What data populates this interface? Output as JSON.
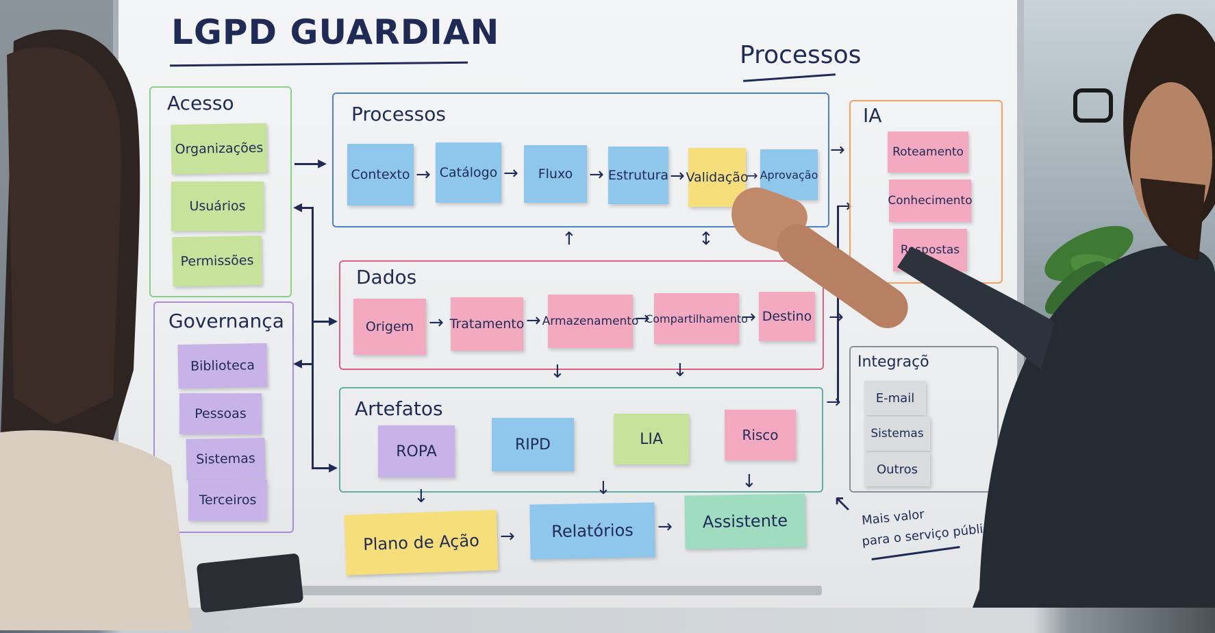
{
  "board": {
    "title": "LGPD GUARDIAN",
    "corner_label": "Processos",
    "groups": {
      "acesso": {
        "label": "Acesso",
        "items": [
          "Organizações",
          "Usuários",
          "Permissões"
        ]
      },
      "governanca": {
        "label": "Governança",
        "items": [
          "Biblioteca",
          "Pessoas",
          "Sistemas",
          "Terceiros"
        ]
      },
      "processos": {
        "label": "Processos",
        "items": [
          "Contexto",
          "Catálogo",
          "Fluxo",
          "Estrutura",
          "Validação",
          "Aprovação"
        ]
      },
      "dados": {
        "label": "Dados",
        "items": [
          "Origem",
          "Tratamento",
          "Armazenamento",
          "Compartilhamento",
          "Destino"
        ]
      },
      "artefatos": {
        "label": "Artefatos",
        "items": [
          "ROPA",
          "RIPD",
          "LIA",
          "Risco"
        ]
      },
      "ia": {
        "label": "IA",
        "items": [
          "Roteamento",
          "Conhecimento",
          "Respostas"
        ]
      },
      "integracoes": {
        "label": "Integraçõ",
        "items": [
          "E-mail",
          "Sistemas",
          "Outros"
        ]
      }
    },
    "outputs": [
      "Plano de Ação",
      "Relatórios",
      "Assistente"
    ],
    "note_line1": "Mais valor",
    "note_line2": "para o serviço público"
  },
  "colors": {
    "ink": "#1f2a55",
    "acesso_border": "#8ccf8a",
    "governanca_border": "#a98cd8",
    "processos_border": "#4d7fd0",
    "dados_border": "#e06080",
    "artefatos_border": "#5fb0a0",
    "ia_border": "#f0a060",
    "integracoes_border": "#8a9096"
  }
}
